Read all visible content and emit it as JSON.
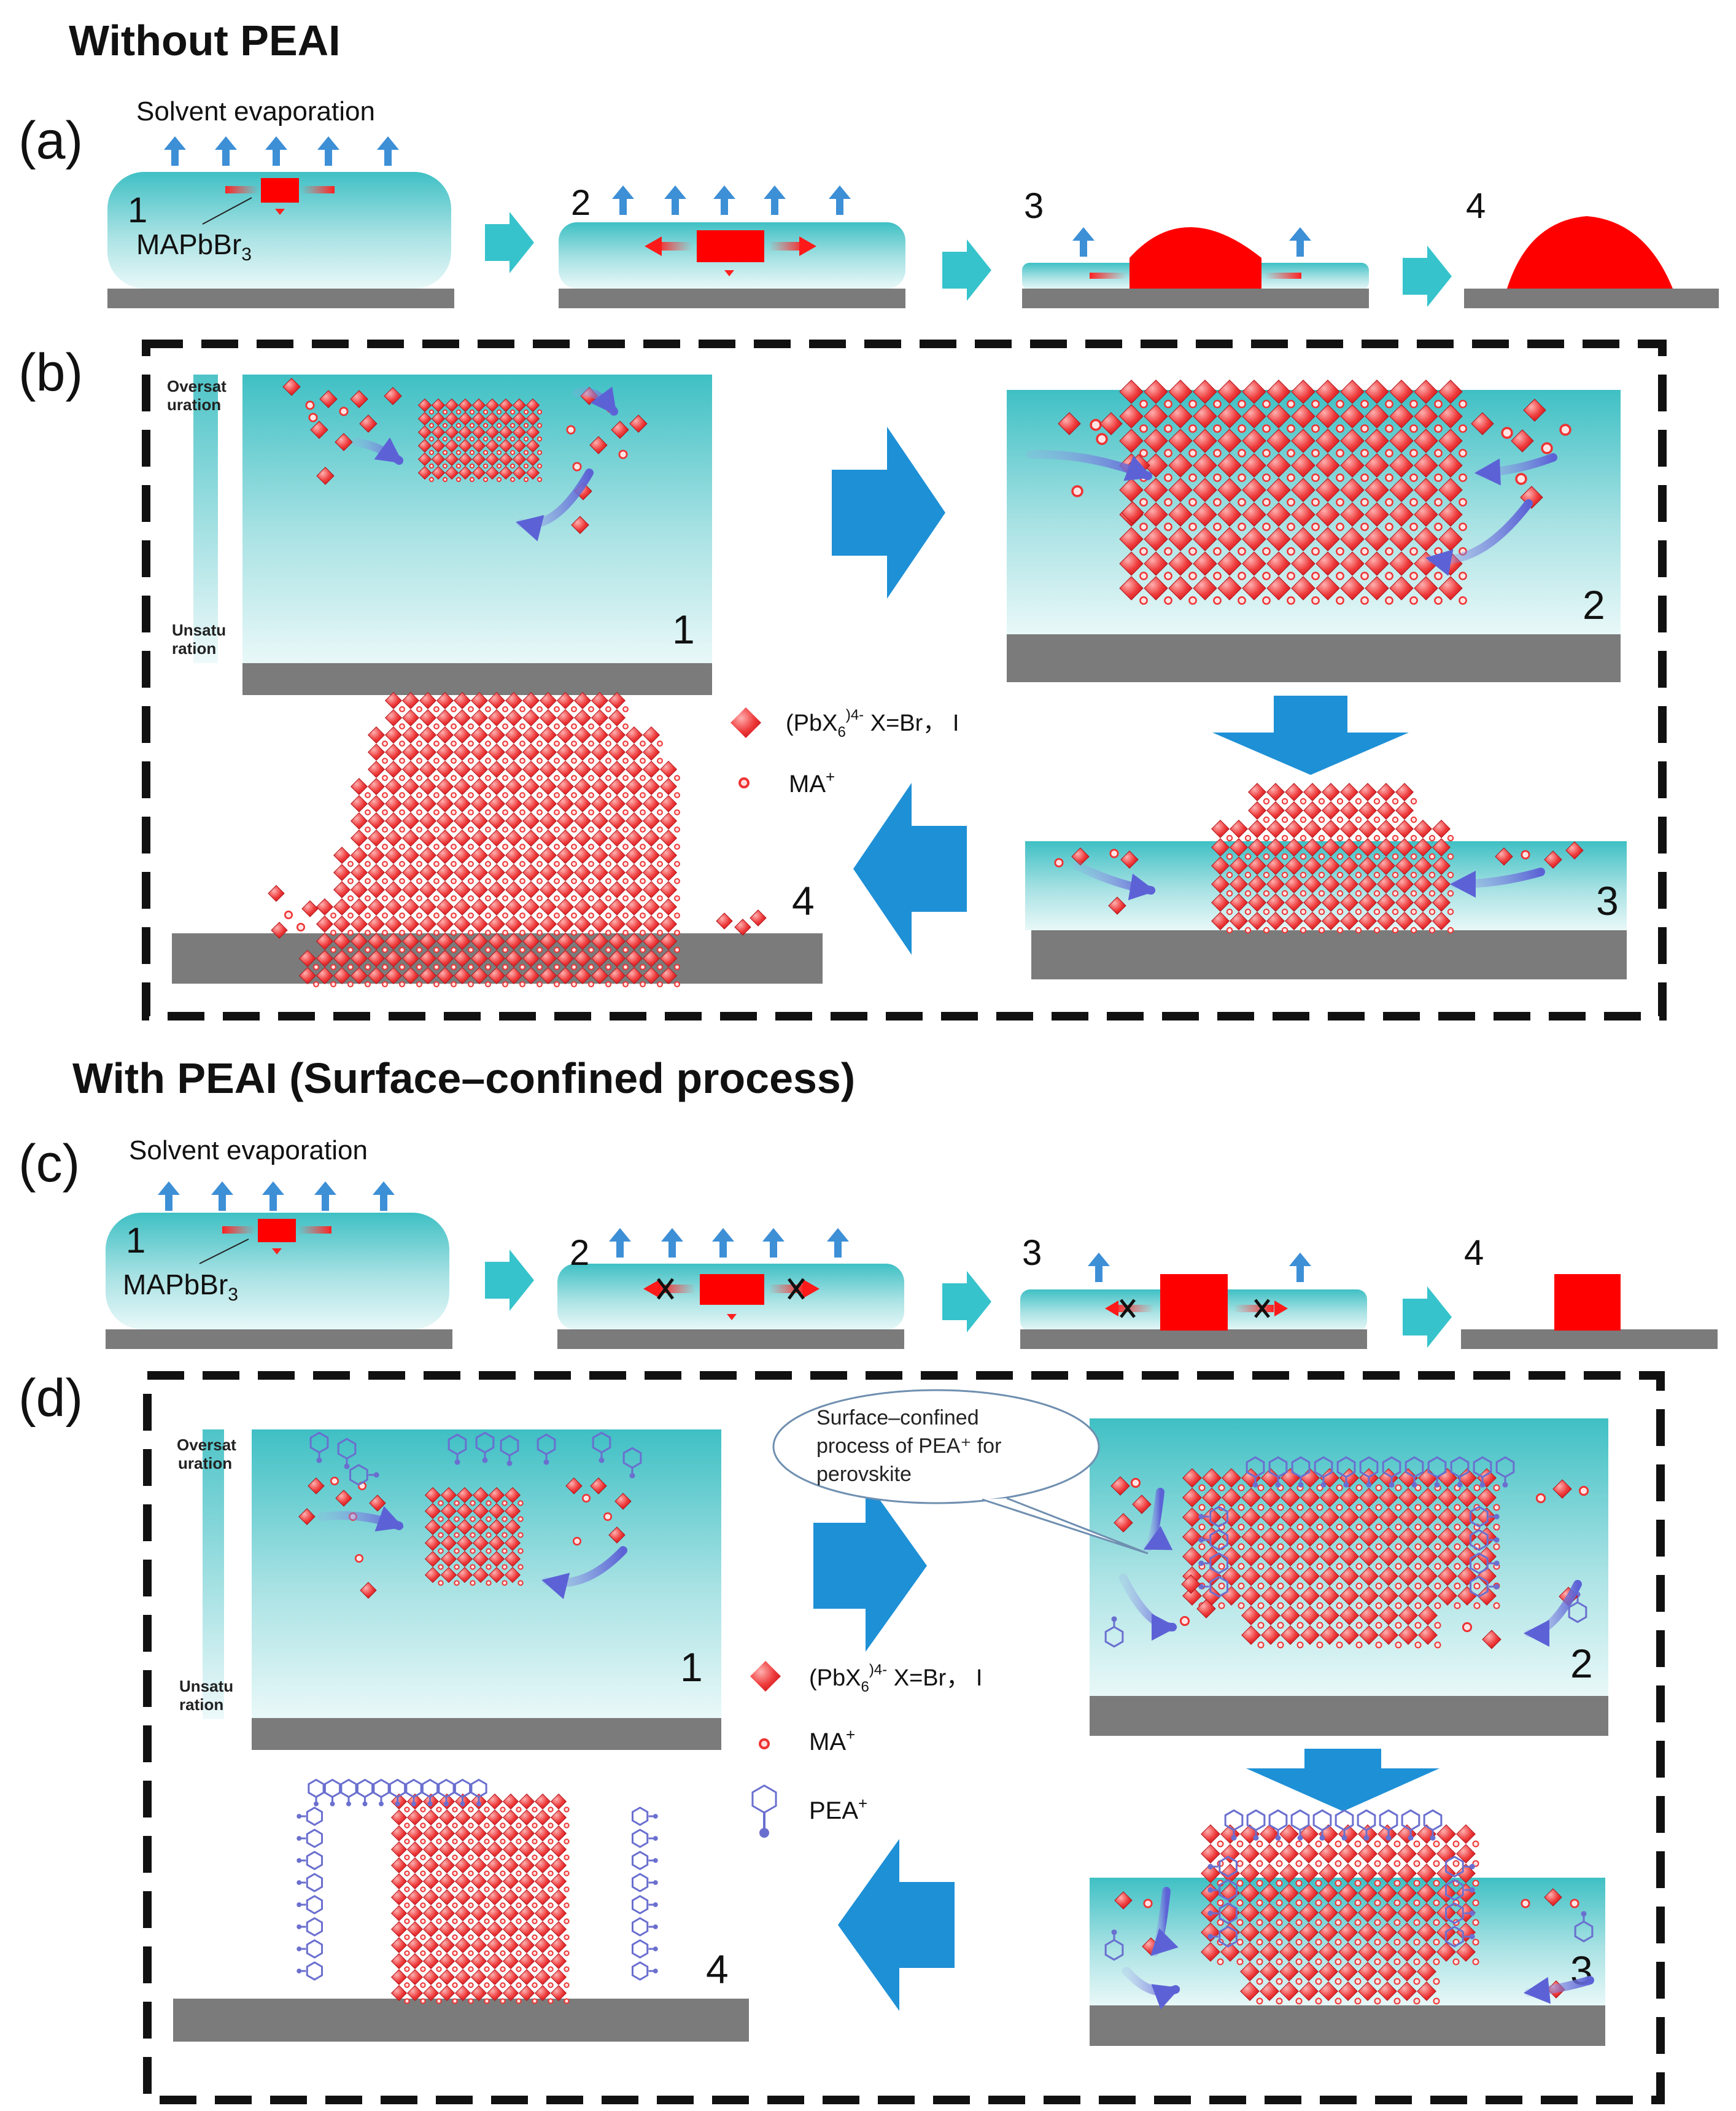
{
  "sections": {
    "without_title": "Without PEAI",
    "with_title": "With PEAI (Surface–confined process)"
  },
  "panel_labels": {
    "a": "(a)",
    "b": "(b)",
    "c": "(c)",
    "d": "(d)"
  },
  "process": {
    "evaporation_label": "Solvent evaporation",
    "compound": "MAPbBr",
    "compound_sub": "3",
    "steps": [
      "1",
      "2",
      "3",
      "4"
    ]
  },
  "gradient": {
    "top_label_1": "Oversat",
    "top_label_2": "uration",
    "bottom_label_1": "Unsatu",
    "bottom_label_2": "ration"
  },
  "legend": {
    "octahedron_text": "(PbX",
    "octahedron_sub": "6",
    "octahedron_sup": ")4-",
    "octahedron_tail": "  X=Br， I",
    "ma_base": "MA",
    "ma_sup": "+",
    "pea_base": "PEA",
    "pea_sup": "+"
  },
  "callout": {
    "line1": "Surface–confined",
    "line2": "process of PEA⁺ for",
    "line3": "perovskite"
  },
  "colors": {
    "crystal": "#ff0000",
    "octahedron": "#e8282f",
    "solution_top": "#3fc0c4",
    "solution_bottom": "#e6f7f8",
    "substrate": "#7b7b7b",
    "big_arrow": "#1e90d6",
    "step_arrow": "#36c3cc",
    "evap_arrow": "#3d8fd6",
    "flow_arrow": "#6a70d8",
    "pea_ligand": "#6a6fcf",
    "frame": "#111111"
  },
  "icons": [
    "evaporation-arrow-icon",
    "step-arrow-icon",
    "flow-arrow-icon",
    "octahedron-icon",
    "ma-ion-icon",
    "pea-ligand-icon",
    "cross-mark-icon"
  ]
}
